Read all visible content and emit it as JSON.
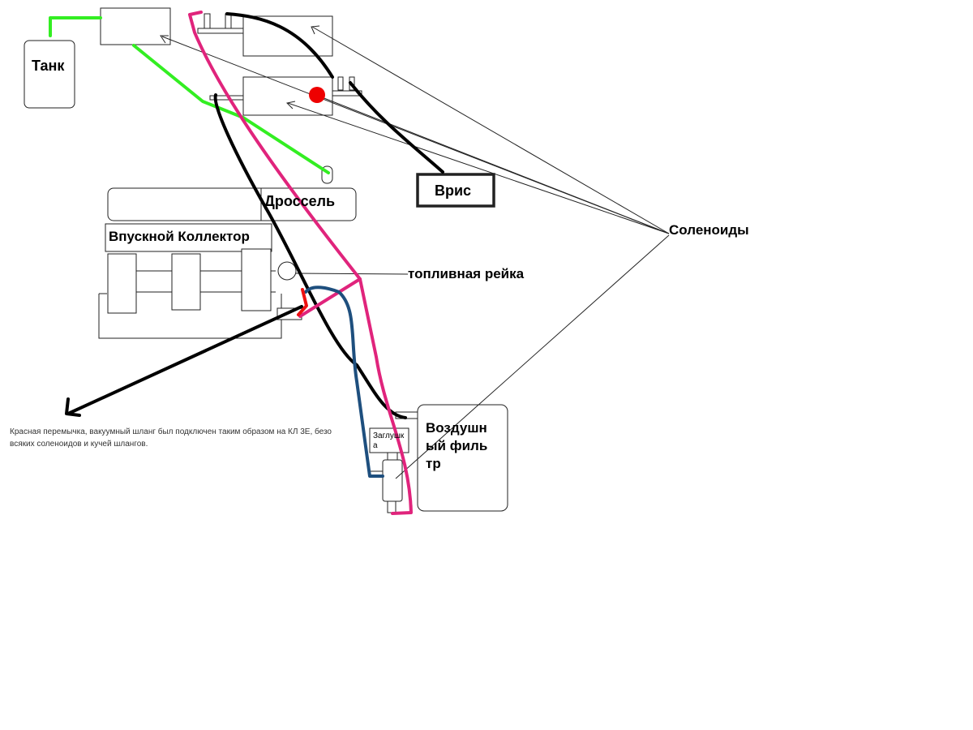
{
  "labels": {
    "tank": "Танк",
    "vris": "Врис",
    "drossel": "Дроссель",
    "manifold": "Впускной Коллектор",
    "fuel_rail": "топливная рейка",
    "solenoids": "Соленоиды",
    "air_filter": "Воздушный фильтр",
    "plug": "Заглушка"
  },
  "note": "Красная перемычка, вакуумный шланг был подключен таким образом на КЛ 3Е, безо всяких соленоидов и кучей шлангов.",
  "colors": {
    "green_hose": "#33ee22",
    "black_hose": "#000000",
    "pink_hose": "#e0247c",
    "blue_hose": "#1e4f7e",
    "red_jumper": "#ee1111",
    "red_dot": "#ee0000",
    "outline": "#222222"
  }
}
